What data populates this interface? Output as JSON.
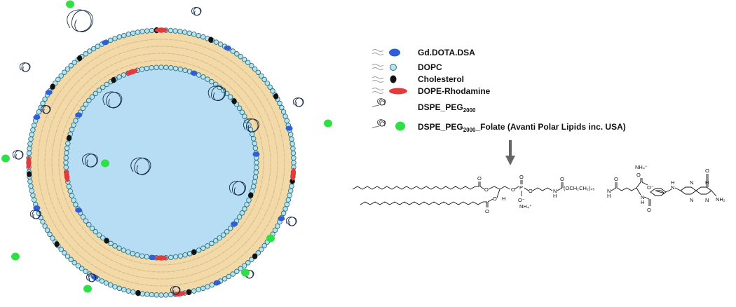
{
  "colors": {
    "outer_bilayer": "#f2d9a8",
    "core": "#b7ddf5",
    "head": "#b8e3ec",
    "head_stroke": "#2b6f86",
    "gd_dota_dsa": "#2f5fd6",
    "cholesterol": "#111111",
    "rhodamine": "#e23b3b",
    "folate": "#2ee046",
    "peg_coil": "#1a2a4a",
    "arrow": "#666666"
  },
  "icons": {
    "liposome": "liposome-diagram-icon",
    "peg": "peg-coil-icon",
    "folate": "folate-ligand-icon",
    "arrow": "down-arrow-icon"
  },
  "legend": {
    "items": [
      {
        "label": "Gd.DOTA.DSA",
        "marker": "blue-oval"
      },
      {
        "label": "DOPC",
        "marker": "cyan-circle"
      },
      {
        "label": "Cholesterol",
        "marker": "black-oval"
      },
      {
        "label": "DOPE-Rhodamine",
        "marker": "red-oval"
      },
      {
        "label": "DSPE_PEG",
        "sub": "2000",
        "marker": "coil"
      },
      {
        "label": "DSPE_PEG",
        "sub": "2000",
        "suffix": "_Folate (Avanti Polar Lipids inc. USA)",
        "marker": "coil-green"
      }
    ]
  },
  "chem": {
    "nh4_a": "NH₄⁺",
    "nh4_b": "NH₄⁺",
    "o_minus": "O⁻",
    "coo_minus": "O⁻",
    "peg_repeat": "(OCH₂CH₂)₄₅",
    "nh2": "NH₂",
    "p": "P",
    "n_label": "N",
    "h_label": "H"
  }
}
